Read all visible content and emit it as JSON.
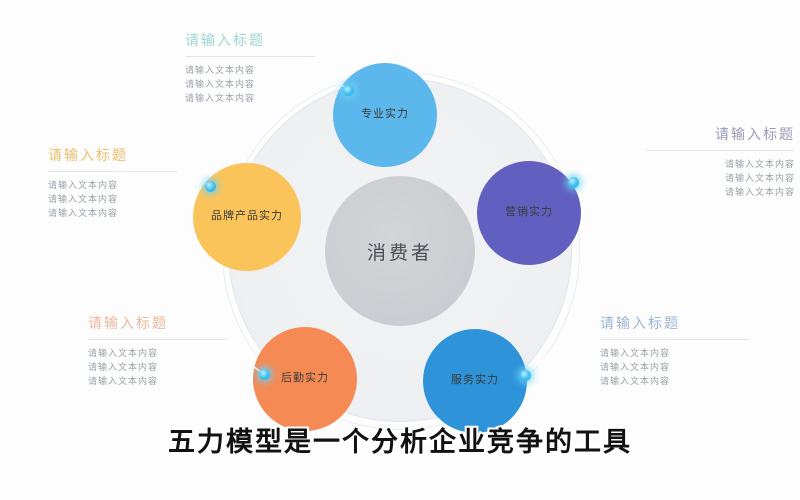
{
  "diagram": {
    "center": {
      "label": "消费者"
    },
    "nodes": [
      {
        "id": "top",
        "label": "专业实力",
        "color": "#5CB8EC"
      },
      {
        "id": "left",
        "label": "品牌产品实力",
        "color": "#FBC45A"
      },
      {
        "id": "right",
        "label": "营销实力",
        "color": "#6160C0"
      },
      {
        "id": "bl",
        "label": "后勤实力",
        "color": "#F58A54"
      },
      {
        "id": "br",
        "label": "服务实力",
        "color": "#2E93D9"
      }
    ],
    "callouts": [
      {
        "id": "top",
        "title": "请输入标题",
        "title_color": "#9FD5D2",
        "lines": [
          "请输入文本内容",
          "请输入文本内容",
          "请输入文本内容"
        ]
      },
      {
        "id": "left",
        "title": "请输入标题",
        "title_color": "#EDBE6A",
        "lines": [
          "请输入文本内容",
          "请输入文本内容",
          "请输入文本内容"
        ]
      },
      {
        "id": "right",
        "title": "请输入标题",
        "title_color": "#9A9AB8",
        "lines": [
          "请输入文本内容",
          "请输入文本内容",
          "请输入文本内容"
        ]
      },
      {
        "id": "bl",
        "title": "请输入标题",
        "title_color": "#EDB79B",
        "lines": [
          "请输入文本内容",
          "请输入文本内容",
          "请输入文本内容"
        ]
      },
      {
        "id": "br",
        "title": "请输入标题",
        "title_color": "#9AB6D4",
        "lines": [
          "请输入文本内容",
          "请输入文本内容",
          "请输入文本内容"
        ]
      }
    ]
  },
  "caption": {
    "text": "五力模型是一个分析企业竞争的工具"
  }
}
